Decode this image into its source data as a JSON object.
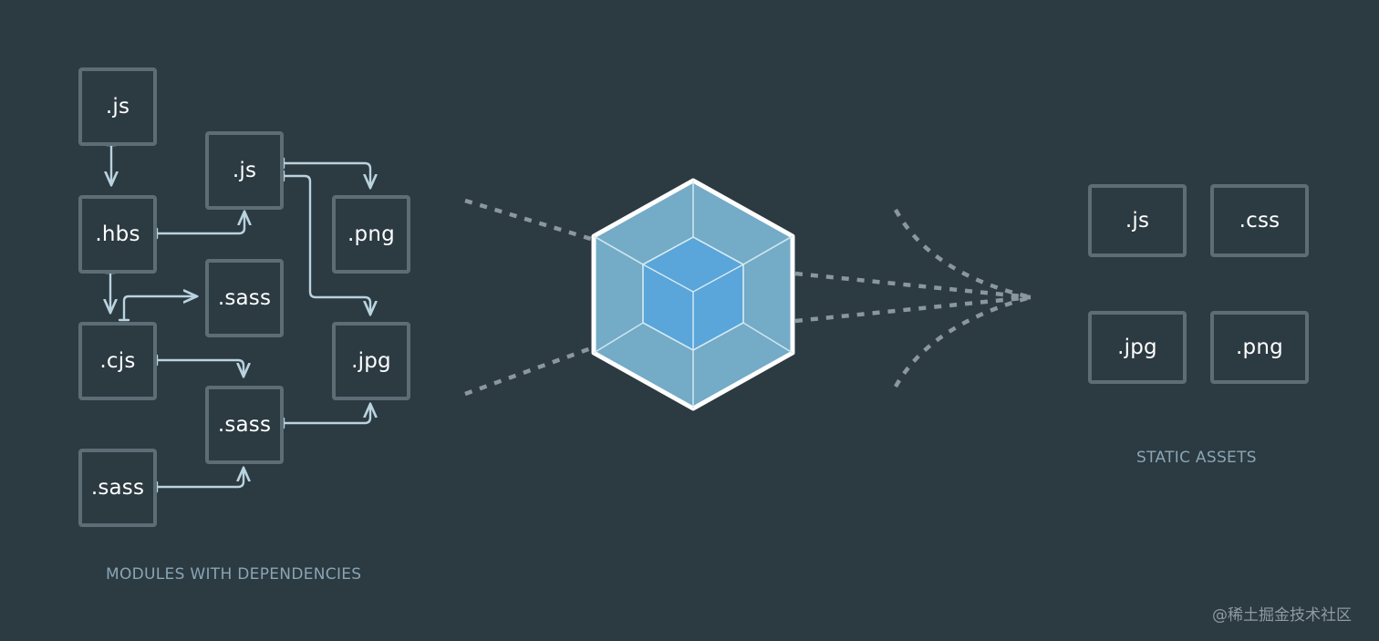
{
  "modules": {
    "js_top": ".js",
    "hbs": ".hbs",
    "cjs": ".cjs",
    "sass_bottom_left": ".sass",
    "js_mid": ".js",
    "sass_mid": ".sass",
    "sass_lower": ".sass",
    "png": ".png",
    "jpg": ".jpg",
    "caption": "MODULES WITH DEPENDENCIES"
  },
  "assets": {
    "js": ".js",
    "css": ".css",
    "jpg": ".jpg",
    "png": ".png",
    "caption": "STATIC ASSETS"
  },
  "watermark": "@稀土掘金技术社区",
  "colors": {
    "background": "#2c3a42",
    "box_border": "#5d6d76",
    "arrow": "#b9d3df",
    "dots": "#8b979d",
    "cube_outer": "#7ab4d1",
    "cube_inner": "#5aa5d9",
    "caption": "#8aa5b4"
  },
  "icons": {
    "center": "webpack-cube-icon"
  }
}
